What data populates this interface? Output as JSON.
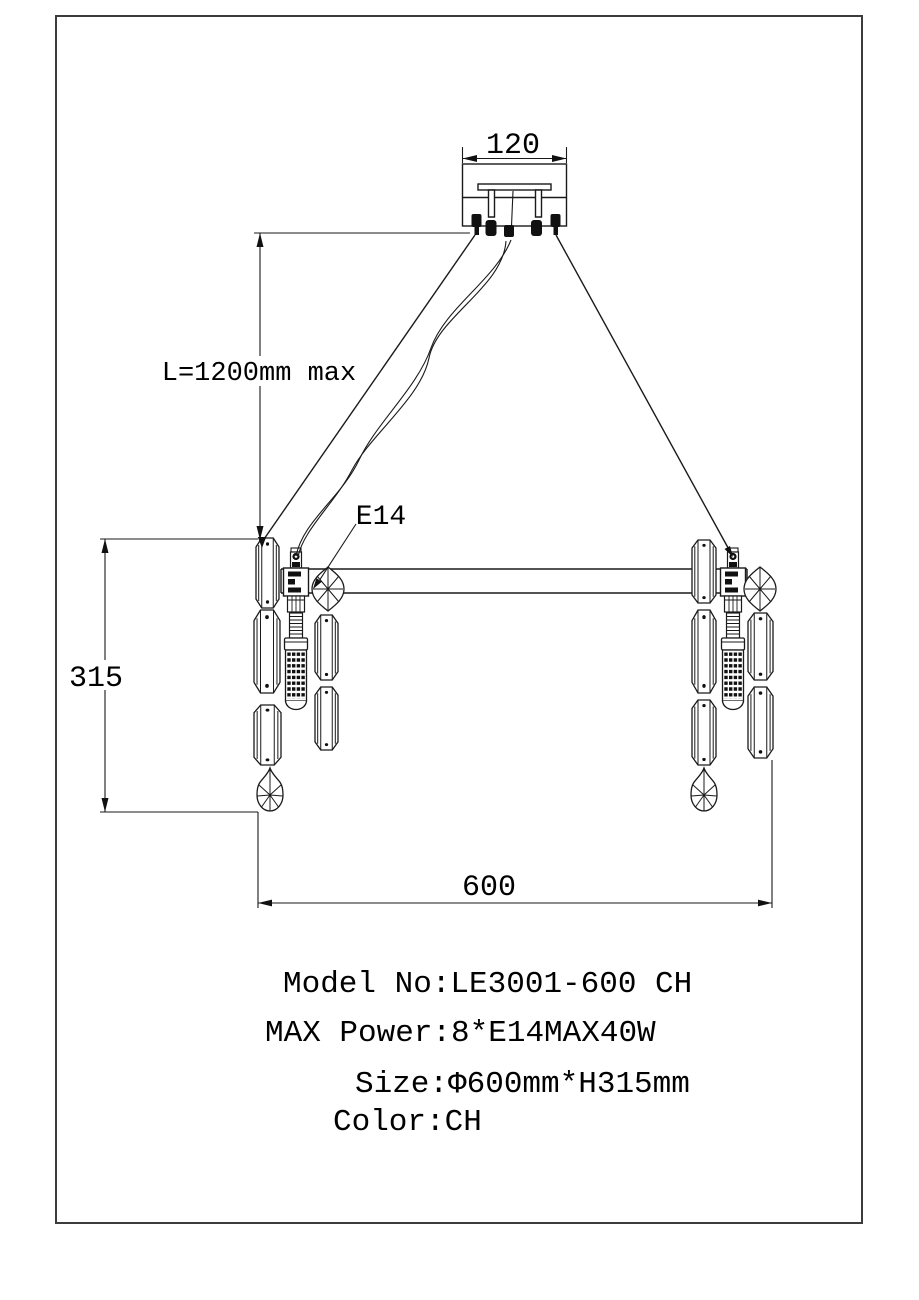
{
  "labels": {
    "canopy_width": "120",
    "suspension_length": "L=1200mm max",
    "socket_type": "E14",
    "body_height": "315",
    "body_diameter": "600"
  },
  "specs": {
    "model_no": "Model No:LE3001-600 CH",
    "max_power": "MAX Power:8*E14MAX40W",
    "size": "Size:Φ600mm*H315mm",
    "color": "Color:CH"
  }
}
